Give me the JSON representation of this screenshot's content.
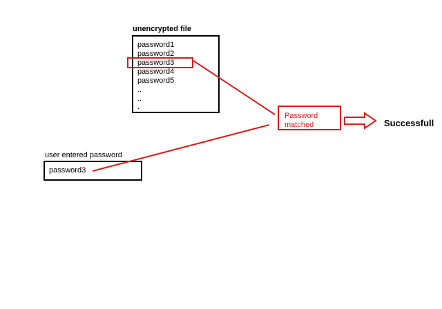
{
  "file": {
    "title": "unencrypted file",
    "entries": [
      "password1",
      "password2",
      "password3",
      "password4",
      "password5",
      "..",
      "..",
      "."
    ]
  },
  "user": {
    "title": "user entered password",
    "value": "password3"
  },
  "match": {
    "line1": "Password",
    "line2": "matched"
  },
  "result": "Successfull",
  "colors": {
    "highlight": "#e01818",
    "border": "#000000"
  }
}
